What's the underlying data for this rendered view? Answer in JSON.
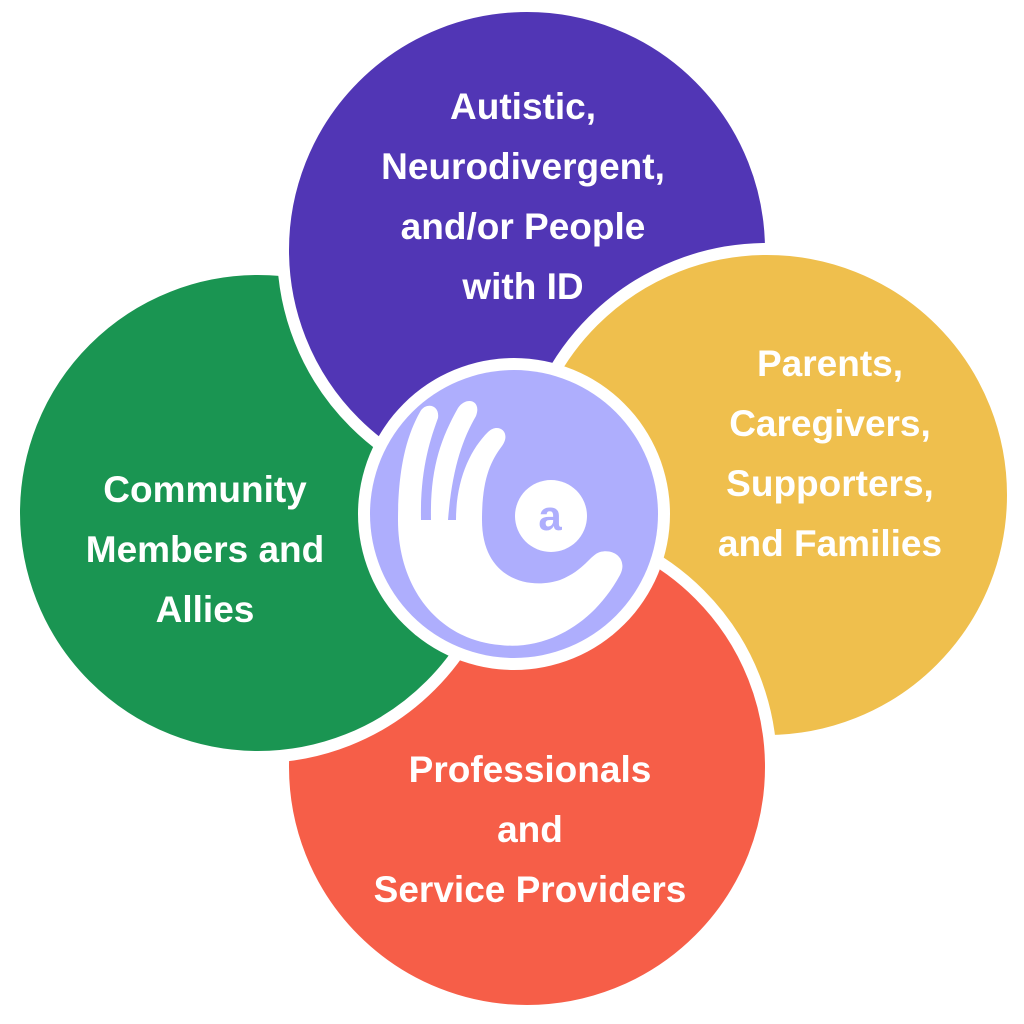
{
  "groups": [
    {
      "id": "autistic",
      "lines": [
        "Autistic,",
        "Neurodivergent,",
        "and/or People",
        "with ID"
      ],
      "color": "#5136b5"
    },
    {
      "id": "parents",
      "lines": [
        "Parents,",
        "Caregivers,",
        "Supporters,",
        "and Families"
      ],
      "color": "#efbf4d"
    },
    {
      "id": "professionals",
      "lines": [
        "Professionals",
        "and",
        "Service Providers"
      ],
      "color": "#f65e48"
    },
    {
      "id": "community",
      "lines": [
        "Community",
        "Members and",
        "Allies"
      ],
      "color": "#1a9552"
    }
  ],
  "logo": {
    "icon": "hand-with-a-icon",
    "letter": "a",
    "color": "#aeaefd"
  }
}
